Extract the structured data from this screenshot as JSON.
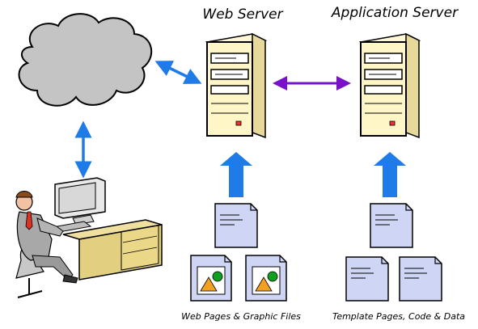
{
  "labels": {
    "web_server": "Web Server",
    "app_server": "Application Server",
    "web_files": "Web Pages & Graphic Files",
    "app_files": "Template Pages, Code & Data"
  },
  "colors": {
    "cloud": "#c0c0c0",
    "server_body": "#fff6c8",
    "server_side": "#e8dc9a",
    "blue_arrow": "#1e7be8",
    "purple_arrow": "#7a10c8",
    "document": "#cfd6f5",
    "graphic_triangle": "#f2a020",
    "graphic_circle": "#10a020",
    "desk": "#ead888"
  },
  "icons": [
    "cloud-icon",
    "user-at-computer-icon",
    "web-server-icon",
    "app-server-icon",
    "document-icon",
    "graphic-file-icon"
  ]
}
